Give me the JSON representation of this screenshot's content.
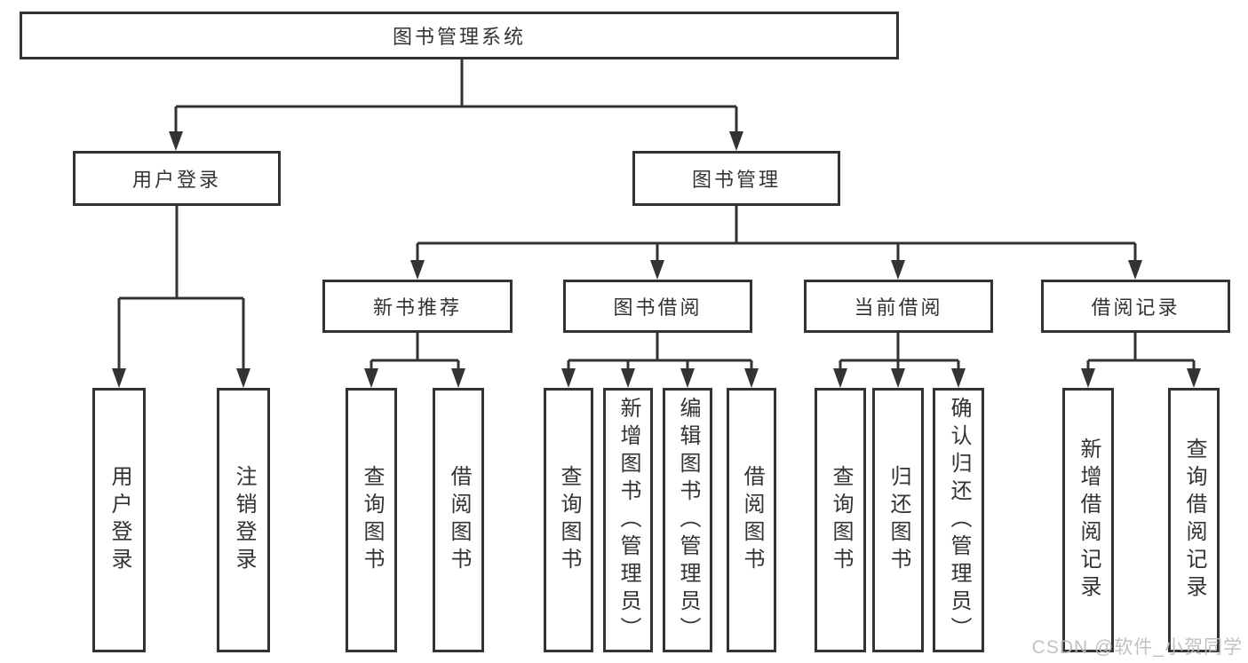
{
  "nodes": {
    "root": "图书管理系统",
    "user_login": "用户登录",
    "book_management": "图书管理",
    "new_book_recommend": "新书推荐",
    "book_borrowing": "图书借阅",
    "current_borrowing": "当前借阅",
    "borrowing_records": "借阅记录",
    "leaf_user_login": "用户登录",
    "leaf_logout": "注销登录",
    "leaf_query_books_recommend": "查询图书",
    "leaf_borrow_books_recommend": "借阅图书",
    "leaf_query_books_borrowing": "查询图书",
    "leaf_add_book_admin": "新增图书（管理员）",
    "leaf_edit_book_admin": "编辑图书（管理员）",
    "leaf_borrow_books_borrowing": "借阅图书",
    "leaf_query_books_current": "查询图书",
    "leaf_return_books": "归还图书",
    "leaf_confirm_return_admin": "确认归还（管理员）",
    "leaf_add_borrowing_record": "新增借阅记录",
    "leaf_query_borrowing_record": "查询借阅记录"
  },
  "watermark": "CSDN @软件_小贺同学",
  "colors": {
    "line": "#333333",
    "text": "#333333",
    "box_background": "#ffffff",
    "watermark": "#bcbcbc"
  }
}
